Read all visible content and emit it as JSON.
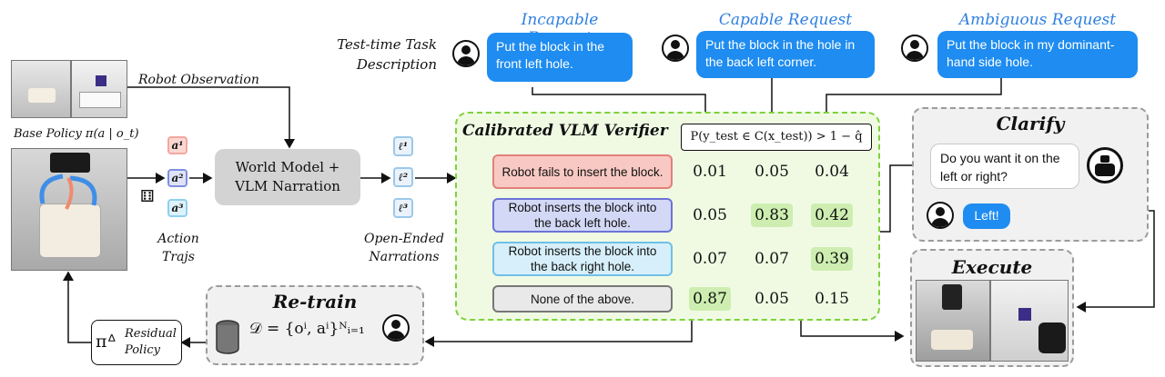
{
  "requests": {
    "test_time_label_line1": "Test-time Task",
    "test_time_label_line2": "Description",
    "incapable": {
      "title": "Incapable Request",
      "text": "Put the block in the front left hole."
    },
    "capable": {
      "title": "Capable Request",
      "text": "Put the block in the hole in the back left corner."
    },
    "ambiguous": {
      "title": "Ambiguous Request",
      "text": "Put the block in my dominant-hand side hole."
    }
  },
  "left": {
    "robot_observation": "Robot Observation",
    "base_policy": "Base Policy π(a | o_t)",
    "actions": [
      "a¹",
      "a²",
      "a³"
    ],
    "action_colors": [
      "#f4a7a0",
      "#7f8fe0",
      "#8fcff0"
    ],
    "action_trajs_line1": "Action",
    "action_trajs_line2": "Trajs",
    "world_model_line1": "World Model +",
    "world_model_line2": "VLM Narration",
    "narrations": [
      "ℓ¹",
      "ℓ²",
      "ℓ³"
    ],
    "open_ended_line1": "Open-Ended",
    "open_ended_line2": "Narrations"
  },
  "verifier": {
    "title": "Calibrated VLM Verifier",
    "formula": "P(y_test ∈ C(x_test)) > 1 − q̂",
    "options": [
      {
        "text": "Robot fails to insert the block.",
        "color": "#f8c9c3",
        "border": "#e2807a",
        "values": [
          "0.01",
          "0.05",
          "0.04"
        ],
        "highlight": [
          false,
          false,
          false
        ]
      },
      {
        "text": "Robot inserts the block into the back left hole.",
        "color": "#d3d8f6",
        "border": "#6b74d6",
        "values": [
          "0.05",
          "0.83",
          "0.42"
        ],
        "highlight": [
          false,
          true,
          true
        ]
      },
      {
        "text": "Robot inserts the block into the back right hole.",
        "color": "#d6effa",
        "border": "#6fc0e8",
        "values": [
          "0.07",
          "0.07",
          "0.39"
        ],
        "highlight": [
          false,
          false,
          true
        ]
      },
      {
        "text": "None of the above.",
        "color": "#e9e9e9",
        "border": "#777777",
        "values": [
          "0.87",
          "0.05",
          "0.15"
        ],
        "highlight": [
          true,
          false,
          false
        ]
      }
    ],
    "highlight_color": "#cdeeb0",
    "accent_green": "#7ed13c"
  },
  "clarify": {
    "title": "Clarify",
    "question": "Do you want it on the left or right?",
    "answer": "Left!"
  },
  "execute": {
    "title": "Execute"
  },
  "retrain": {
    "title": "Re-train",
    "dataset": "𝒟 = {oⁱ, aⁱ}ᴺᵢ₌₁",
    "residual_prefix": "πᐞ",
    "residual_line1": "Residual",
    "residual_line2": "Policy"
  }
}
